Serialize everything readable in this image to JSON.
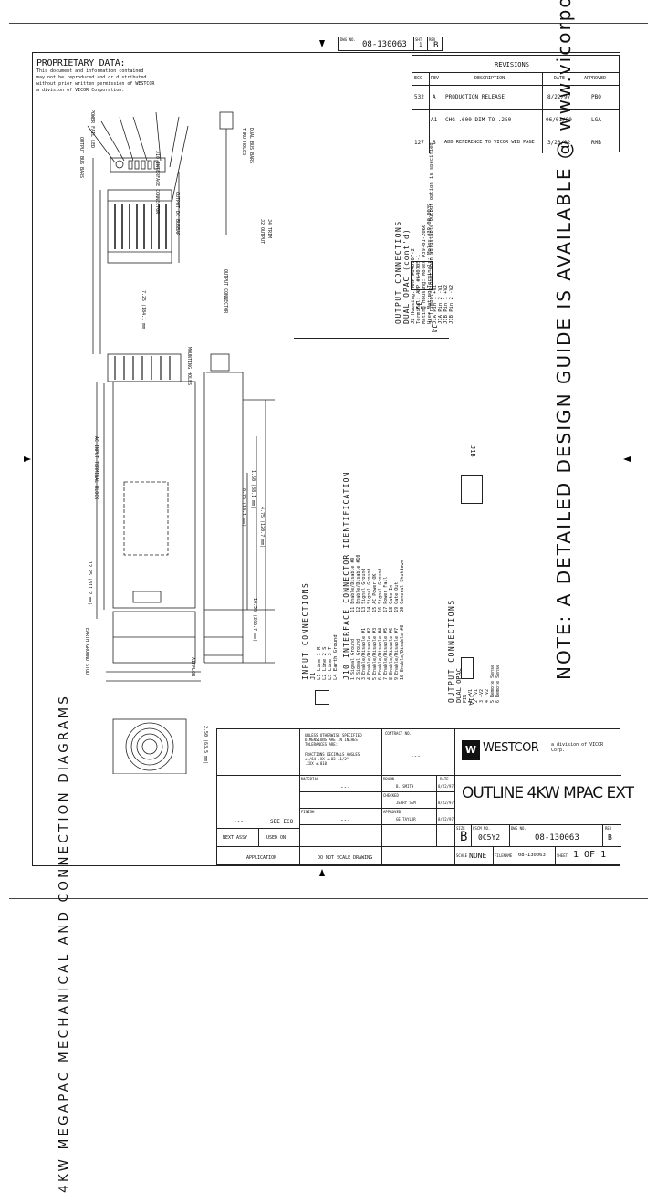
{
  "top_block": {
    "dwg_label": "DWG NO.",
    "dwg_no": "08-130063",
    "sht_label": "SHT",
    "sht_no": "1",
    "rev_label": "REV",
    "rev": "B"
  },
  "proprietary": {
    "title": "PROPRIETARY DATA:",
    "lines": [
      "This document and information contained",
      "may not be reproduced and or distributed",
      "without prior written permission of WESTCOR",
      "a division of VICOR Corporation."
    ]
  },
  "revisions": {
    "title": "REVISIONS",
    "headers": [
      "ECO",
      "REV",
      "DESCRIPTION",
      "DATE",
      "APPROVED"
    ],
    "rows": [
      [
        "532",
        "A",
        "PRODUCTION RELEASE",
        "8/22/97",
        "PBO"
      ],
      [
        "---",
        "A1",
        "CHG .600 DIM TO .250",
        "06/01/00",
        "LGA"
      ],
      [
        "127",
        "B",
        "ADD REFERENCE TO VICOR WEB PAGE",
        "3/20/02",
        "RMB"
      ]
    ]
  },
  "vertical_titles": {
    "main": "4KW MEGAPAC MECHANICAL AND CONNECTION DIAGRAMS",
    "note": "NOTE: A DETAILED DESIGN GUIDE IS AVAILABLE @ www.vicorpower.com"
  },
  "input_connections": {
    "title": "INPUT CONNECTIONS",
    "j1": "J1",
    "lines": [
      "L1 Line 1 R",
      "L2 Line 2 S",
      "L3 Line 3 T",
      "L4 Earth Ground"
    ]
  },
  "interface": {
    "title": "J10 INTERFACE CONNECTOR IDENTIFICATION",
    "lines": [
      "1 Signal Ground",
      "2 Signal Ground",
      "3 Enable/Disable #1",
      "4 Enable/Disable #2",
      "5 Enable/Disable #3",
      "6 Enable/Disable #4",
      "7 Enable/Disable #5",
      "8 Enable/Disable #6",
      "9 Enable/Disable #7",
      "10 Enable/Disable #8",
      "11 Enable/Disable #9",
      "12 Enable/Disable #10",
      "13 Signal Ground",
      "14 Signal Ground",
      "15 AC Power OK",
      "16 Signal Ground",
      "17 Power Fail",
      "18 Gate In",
      "19 Gate Out",
      "20 General Shutdown"
    ]
  },
  "output_connections": {
    "title": "OUTPUT CONNECTIONS",
    "dual": "DUAL OPAC",
    "lines": [
      "PIN",
      "1 +V1",
      "2 -V1",
      "3 +V2",
      "4 -V2",
      "5 Remote Sense",
      "6 Remote Sense"
    ],
    "j1a": "J1A",
    "j1b": "J1B"
  },
  "output_cont": {
    "title": "OUTPUT CONNECTIONS",
    "dual": "DUAL OPAC (cont'd)",
    "lines": [
      "J2 Housing: AMP #640707-2",
      "Terminal: AMP #640705-1",
      "Mating Housing: Molex #39-01-2060",
      "User Mating Terminals: Molex #39-00-0039",
      "J1A Pin 1 +V1",
      "J1A Pin 2 -V1",
      "J1B Pin 1 +V2",
      "J1B Pin 2 -V2"
    ],
    "j2": "J2",
    "j4": "J4",
    "note": "J4 Trimpot Pinout when adjustable Output option is specified"
  },
  "left_labels": [
    "OUTPUT BUS BARS",
    "POWER FAIL LED",
    "J10 INTERFACE CONNECTOR",
    "OUTPUT DC BUSBAR",
    "MOUNTING HOLES",
    "AC INPUT TERMINAL BLOCK",
    "EARTH GROUND STUD",
    "12.25 (311.2 mm)",
    "7.25 (184.1 mm)",
    "2.50 (63.5 mm)",
    "AIRFLOW"
  ],
  "center_labels": [
    "DUAL BUS BARS",
    "THRU HOLES",
    "J2 OUTPUT",
    "J4 TRIM",
    "OUTPUT CONNECTOR",
    "0.75 (19.1 mm)",
    "1.50 (38.1 mm)",
    "4.75 (120.7 mm)",
    "10.50 (266.7 mm)"
  ],
  "title_block": {
    "company": "WESTCOR",
    "division": "a division of VICOR Corp.",
    "title": "OUTLINE 4KW MPAC EXT",
    "size_label": "SIZE",
    "size": "B",
    "fscm_label": "FSCM NO.",
    "fscm": "0C5Y2",
    "dwg_label": "DWG NO.",
    "dwg": "08-130063",
    "rev_label": "REV",
    "rev": "B",
    "scale_label": "SCALE",
    "scale": "NONE",
    "filename_label": "FILENAME",
    "filename": "08-130063",
    "sheet_label": "SHEET",
    "sheet": "1 OF 1",
    "contract_label": "CONTRACT NO.",
    "contract": "---",
    "unless_lines": [
      "UNLESS OTHERWISE SPECIFIED",
      "DIMENSIONS ARE IN INCHES",
      "TOLERANCES ARE:",
      "FRACTIONS  DECIMALS  ANGLES",
      "±1/64  .XX ±.02  ±1/2°",
      "        .XXX ±.010"
    ],
    "material_label": "MATERIAL",
    "material": "---",
    "finish_label": "FINISH",
    "finish": "---",
    "drawn_label": "DRAWN",
    "drawn": "B. SMITH",
    "drawn_date": "8/22/97",
    "checked_label": "CHECKED",
    "checked": "JERRY SEM",
    "checked_date": "8/22/97",
    "approved_label": "APPROVED",
    "approved": "GE TAYLOR",
    "approved_date": "8/22/97",
    "date_label": "DATE",
    "next_assy_label": "NEXT ASSY",
    "used_on_label": "USED ON",
    "next_assy": "---",
    "used_on": "SEE ECO",
    "application_label": "APPLICATION",
    "do_not_scale": "DO NOT SCALE DRAWING"
  }
}
